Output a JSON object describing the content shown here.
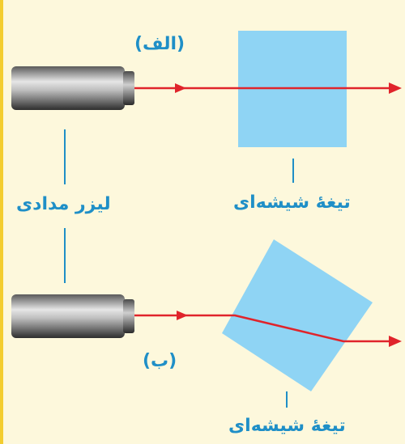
{
  "panel_a": {
    "label": "(الف)",
    "plate_label": "تیغهٔ شیشه‌ای"
  },
  "panel_b": {
    "label": "(ب)",
    "plate_label": "تیغهٔ شیشه‌ای"
  },
  "laser_label": "لیزر مدادی",
  "colors": {
    "background": "#fdf8dc",
    "border": "#f3cd2f",
    "beam": "#e0242b",
    "glass": "#8fd4f4",
    "label": "#1f8fc7",
    "laser_dark": "#3a3a3a",
    "laser_light": "#d9d9d9"
  }
}
